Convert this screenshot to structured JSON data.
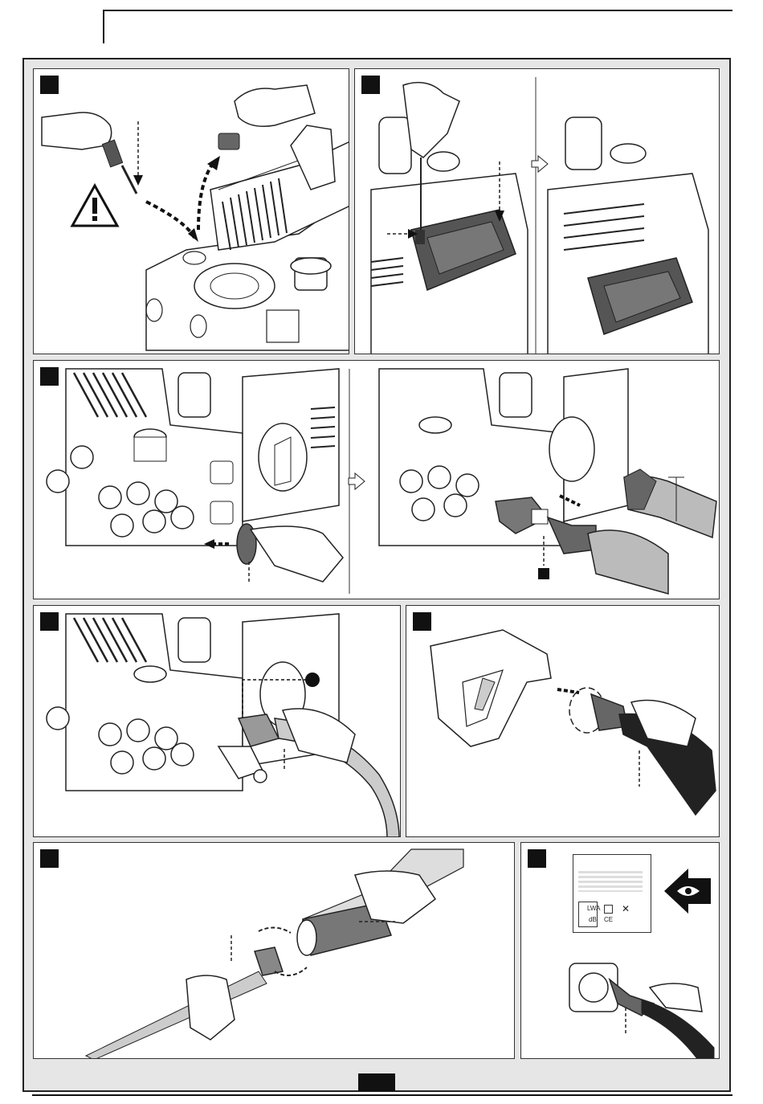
{
  "label_card": {
    "lwa_text": "LWA",
    "db_text": "dB",
    "ce_text": "CE"
  },
  "icons": [
    "warning-triangle-icon",
    "eye-arrow-icon",
    "weee-bin-icon",
    "double-insulation-icon"
  ]
}
